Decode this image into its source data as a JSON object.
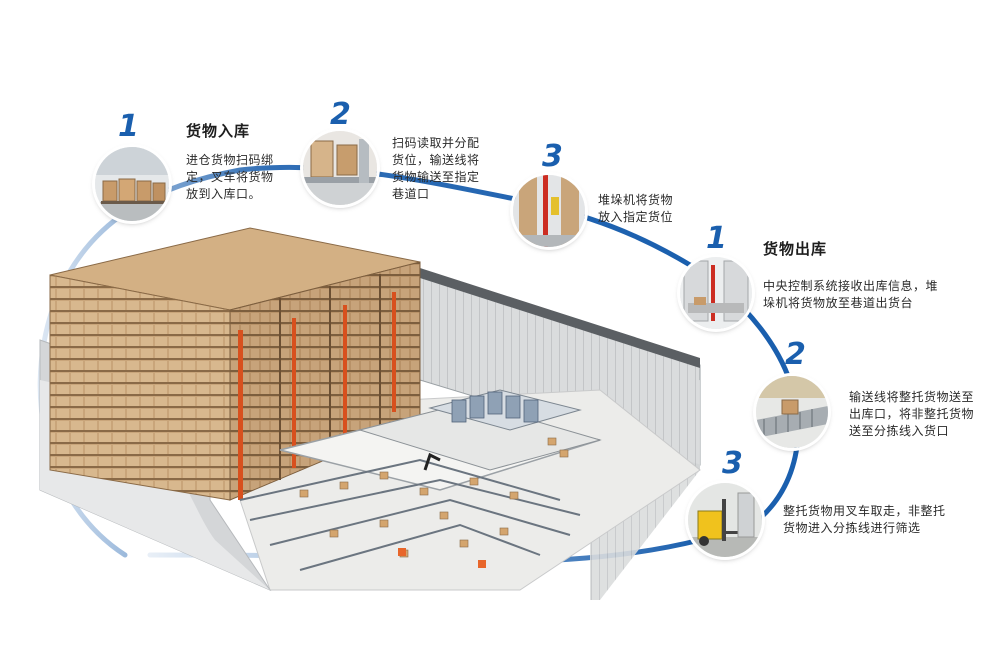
{
  "inbound": {
    "title": "货物入库",
    "steps": [
      {
        "num": "1",
        "text": "进仓货物扫码绑\n定，叉车将货物\n放到入库口。",
        "icon": "pallet-boxes-photo-icon"
      },
      {
        "num": "2",
        "text": "扫码读取并分配\n货位，输送线将\n货物输送至指定\n巷道口",
        "icon": "conveyor-photo-icon"
      },
      {
        "num": "3",
        "text": "堆垛机将货物\n放入指定货位",
        "icon": "stacker-crane-photo-icon"
      }
    ]
  },
  "outbound": {
    "title": "货物出库",
    "steps": [
      {
        "num": "1",
        "text": "中央控制系统接收出库信息，堆\n垛机将货物放至巷道出货台",
        "icon": "rack-aisle-photo-icon"
      },
      {
        "num": "2",
        "text": "输送线将整托货物送至\n出库口，将非整托货物\n送至分拣线入货口",
        "icon": "roller-conveyor-photo-icon"
      },
      {
        "num": "3",
        "text": "整托货物用叉车取走，非整托\n货物进入分拣线进行筛选",
        "icon": "forklift-photo-icon"
      }
    ]
  },
  "colors": {
    "accent": "#1a5fae",
    "arc": "#1a5fae",
    "rack": "#c9a57a",
    "rack_dark": "#8a6a47",
    "wall": "#d9dadb",
    "floor": "#ececea"
  }
}
